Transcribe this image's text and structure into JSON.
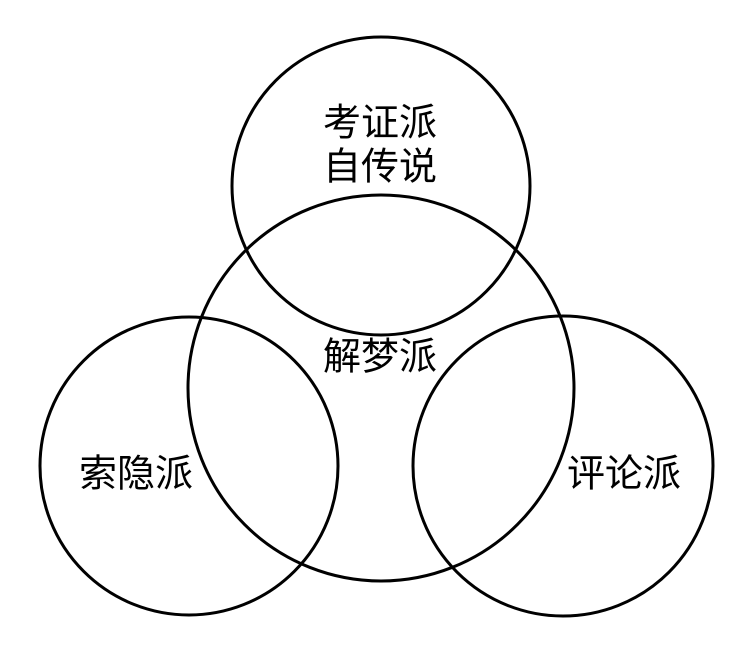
{
  "diagram": {
    "type": "venn",
    "stroke_color": "#000000",
    "background": "#ffffff",
    "sets": {
      "top": {
        "line1": "考证派",
        "line2": "自传说"
      },
      "center": {
        "label": "解梦派"
      },
      "left": {
        "label": "索隐派"
      },
      "right": {
        "label": "评论派"
      }
    }
  }
}
